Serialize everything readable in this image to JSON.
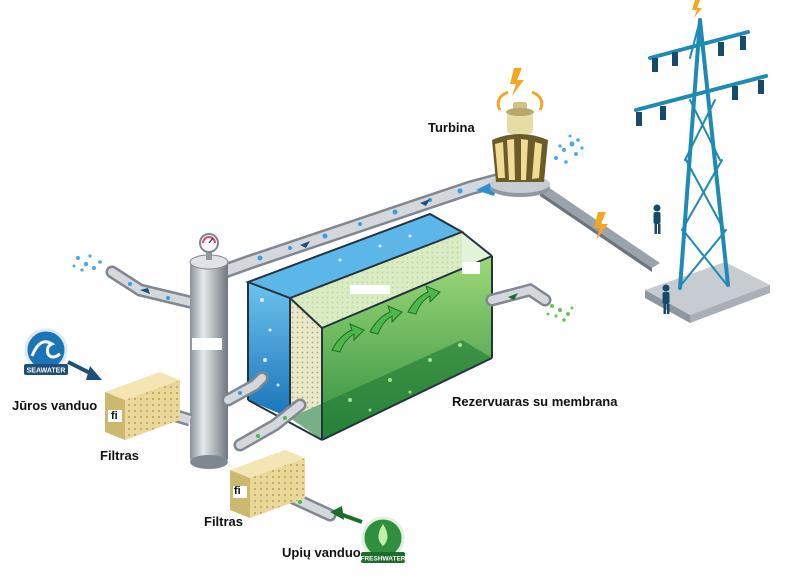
{
  "labels": {
    "turbine": "Turbina",
    "tank": "Rezervuaras su membrana",
    "sea_water": "Jūros vanduo",
    "filter_1": "Filtras",
    "filter_2": "Filtras",
    "river_water": "Upių vanduo",
    "filter_1_mark": "fi",
    "filter_2_mark": "fi"
  },
  "badges": {
    "seawater": "SEAWATER",
    "freshwater": "FRESHWATER"
  },
  "colors": {
    "pipe": "#b9bfc6",
    "pipe_dark": "#8b939c",
    "salt_water": "#2a8fd6",
    "fresh_water": "#3aa64a",
    "tower": "#1f8ab3",
    "filter": "#e9d79a",
    "spark": "#f5a623",
    "arrow_dark": "#1d4f7a",
    "arrow_green": "#1e6b2e"
  },
  "icons": [
    "lightning-icon",
    "rotation-arrows-icon",
    "pressure-gauge-icon",
    "seawater-wave-icon",
    "freshwater-drop-icon"
  ]
}
